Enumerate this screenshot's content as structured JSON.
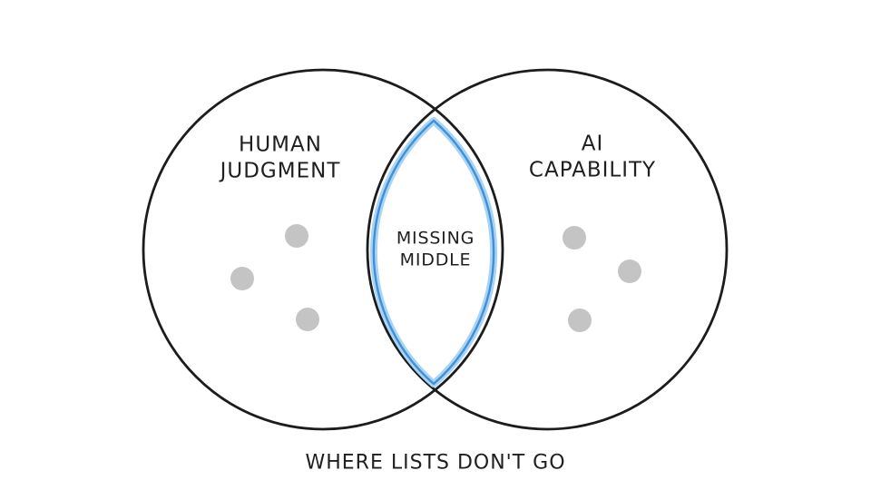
{
  "colors": {
    "ink": "#1c1c1c",
    "dot": "#c4c4c4",
    "blue-light": "#a9d4f4",
    "blue-dark": "#3f8fd9",
    "text": "#1f1f1f",
    "background": "#ffffff"
  },
  "venn": {
    "left_label": "HUMAN\nJUDGMENT",
    "right_label": "AI\nCAPABILITY",
    "center_label": "MISSING\nMIDDLE",
    "left_dot_count": 3,
    "right_dot_count": 3
  },
  "caption": "WHERE LISTS DON'T GO"
}
